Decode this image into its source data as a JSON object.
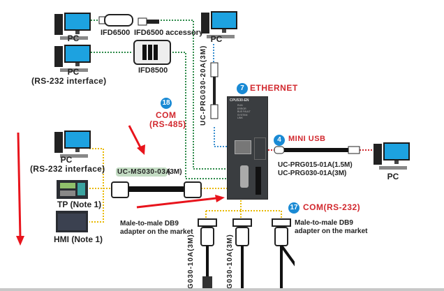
{
  "devices": {
    "pc_top_left": "PC",
    "pc_rs232_top": "PC",
    "pc_rs232_top_sub": "(RS-232 interface)",
    "pc_top_right": "PC",
    "pc_rs232_mid": "PC",
    "pc_rs232_mid_sub": "(RS-232 interface)",
    "tp": "TP (Note 1)",
    "hmi": "HMI (Note 1)",
    "pc_usb": "PC"
  },
  "accessories": {
    "ifd6500": "IFD6500",
    "ifd6500_accessory": "IFD6500 accessory",
    "ifd8500": "IFD8500"
  },
  "cables": {
    "ethernet_cable": "UC-PRG030-20A(3M)",
    "usb_cable_1": "UC-PRG015-01A(1.5M)",
    "usb_cable_2": "UC-PRG030-01A(3M)",
    "ms_cable_code": "UC-MS030-03A",
    "ms_cable_len": "(3M)",
    "rs232_cable_1": "G030-10A(3M)",
    "rs232_cable_2": "G030-10A(3M)"
  },
  "ports": {
    "ethernet": {
      "num": "7",
      "label": "ETHERNET"
    },
    "mini_usb": {
      "num": "4",
      "label": "MINI USB"
    },
    "com485": {
      "num": "18",
      "label": "COM",
      "sub": "(RS-485)"
    },
    "com232": {
      "num": "17",
      "label": "COM(RS-232)"
    }
  },
  "notes": {
    "adapter_left_1": "Male-to-male DB9",
    "adapter_left_2": "adapter on the market",
    "adapter_right_1": "Male-to-male DB9",
    "adapter_right_2": "adapter on the market"
  },
  "module": {
    "title": "CPU530-EN",
    "leds": "RUN\nERROR\nBUS FAULT\nSYSTEM\nLINK"
  },
  "colors": {
    "port_label": "#d2282e",
    "badge": "#1a8ad4",
    "rs485_line": "#2e8b4a",
    "rs232_line": "#e8b800",
    "ethernet_line": "#3a8fd0",
    "usb_line": "#d2282e",
    "arrow": "#e8141c"
  }
}
